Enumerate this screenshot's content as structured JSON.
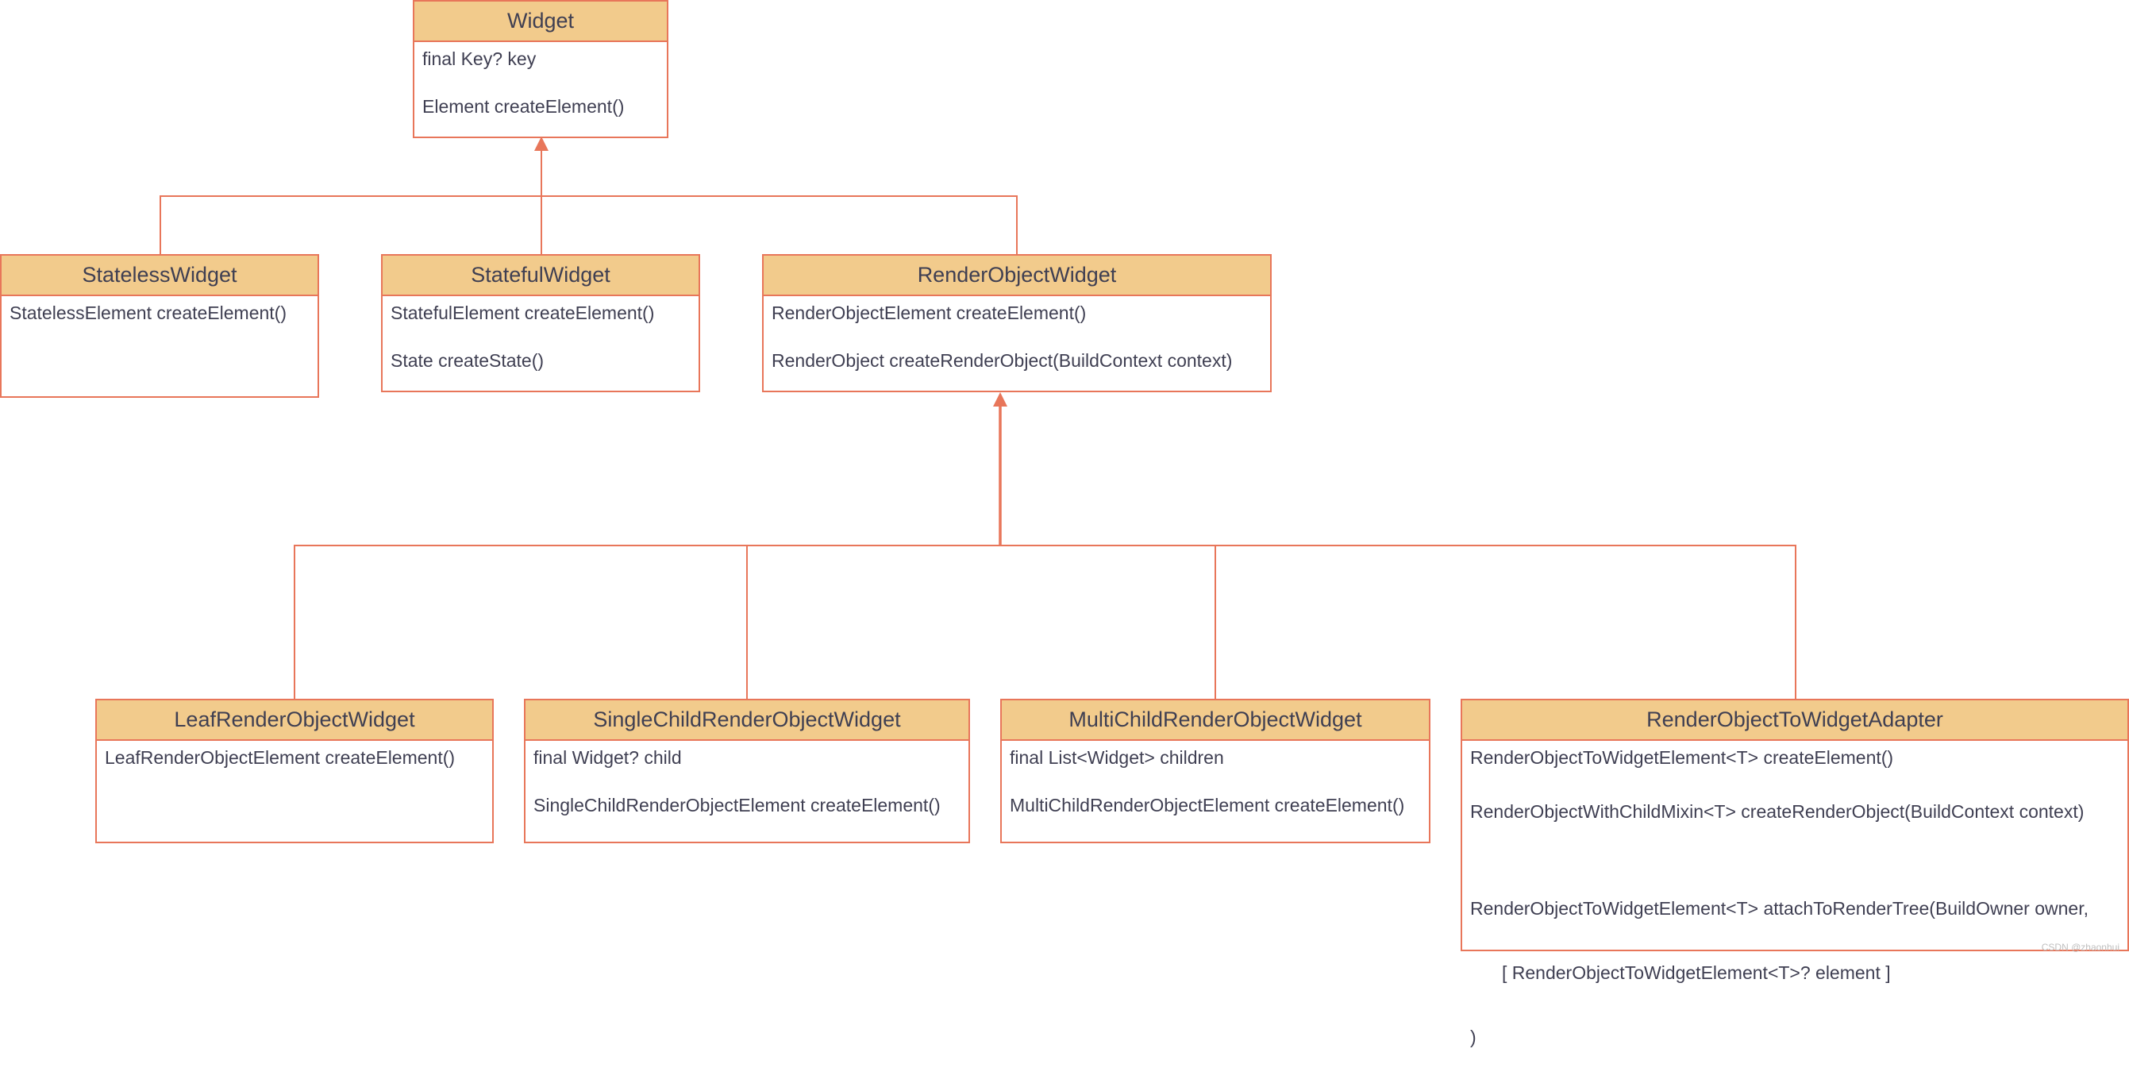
{
  "classes": {
    "widget": {
      "name": "Widget",
      "members": [
        "final Key? key",
        "Element createElement()"
      ]
    },
    "stateless": {
      "name": "StatelessWidget",
      "members": [
        "StatelessElement createElement()"
      ]
    },
    "stateful": {
      "name": "StatefulWidget",
      "members": [
        "StatefulElement createElement()",
        "State createState()"
      ]
    },
    "renderObject": {
      "name": "RenderObjectWidget",
      "members": [
        "RenderObjectElement createElement()",
        "RenderObject createRenderObject(BuildContext context)"
      ]
    },
    "leaf": {
      "name": "LeafRenderObjectWidget",
      "members": [
        "LeafRenderObjectElement createElement()"
      ]
    },
    "singleChild": {
      "name": "SingleChildRenderObjectWidget",
      "members": [
        "final Widget? child",
        "SingleChildRenderObjectElement createElement()"
      ]
    },
    "multiChild": {
      "name": "MultiChildRenderObjectWidget",
      "members": [
        "final List<Widget> children",
        "MultiChildRenderObjectElement createElement()"
      ]
    },
    "adapter": {
      "name": "RenderObjectToWidgetAdapter",
      "members": [
        "RenderObjectToWidgetElement<T> createElement()",
        "RenderObjectWithChildMixin<T> createRenderObject(BuildContext context)"
      ],
      "attach": {
        "line1": "RenderObjectToWidgetElement<T> attachToRenderTree(BuildOwner owner,",
        "line2": "[ RenderObjectToWidgetElement<T>? element ]",
        "line3": ")"
      }
    }
  },
  "watermark": "CSDN @zhaonhui",
  "colors": {
    "border": "#e8765a",
    "header": "#f2cb8c",
    "text": "#3f3f52"
  }
}
